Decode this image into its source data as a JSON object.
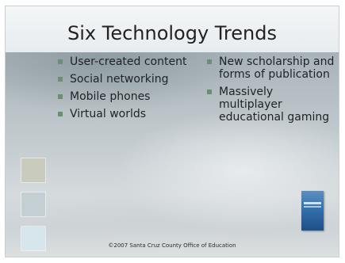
{
  "slide": {
    "title": "Six Technology Trends",
    "left_bullets": [
      "User-created content",
      "Social networking",
      "Mobile phones",
      "Virtual worlds"
    ],
    "right_bullets": [
      "New scholarship and forms of publication",
      "Massively multiplayer educational gaming"
    ],
    "footer": "©2007 Santa Cruz County Office of Education"
  },
  "colors": {
    "bullet": "#6b8f6f",
    "swatch_1": "#c9cbbd",
    "swatch_2": "#c4cfd3",
    "swatch_3": "#d7e6ec"
  },
  "icons": {
    "bullet": "square-bullet-icon",
    "report_cover": "book-cover-icon"
  }
}
